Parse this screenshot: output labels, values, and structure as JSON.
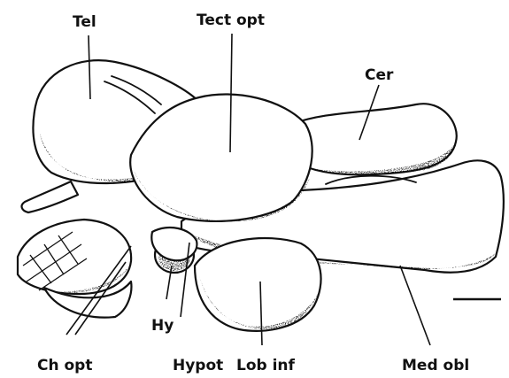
{
  "labels": {
    "tel": "Tel",
    "tect_opt": "Tect opt",
    "cer": "Cer",
    "hy": "Hy",
    "hypot": "Hypot",
    "ch_opt": "Ch opt",
    "lob_inf": "Lob inf",
    "med_obl": "Med obl"
  },
  "colors": {
    "ink": "#111111",
    "paper": "#ffffff"
  }
}
